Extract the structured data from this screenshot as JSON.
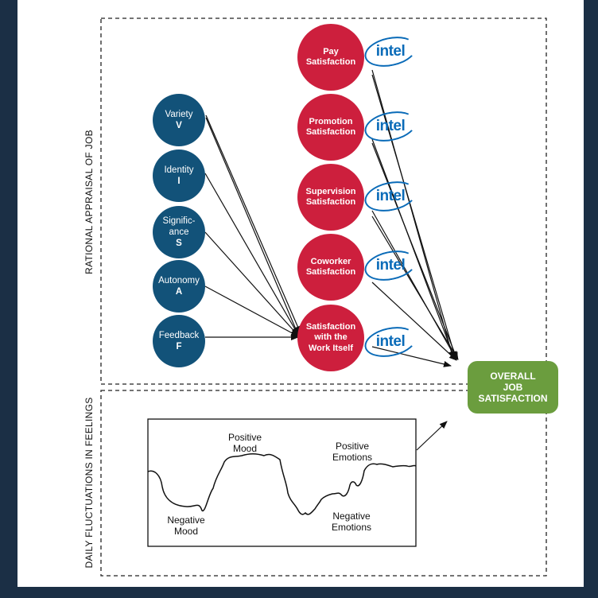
{
  "sections": {
    "rational": "RATIONAL APPRAISAL OF JOB",
    "daily": "DAILY FLUCTUATIONS IN FEELINGS"
  },
  "job_characteristics": [
    {
      "name": "Variety",
      "letter": "V"
    },
    {
      "name": "Identity",
      "letter": "I"
    },
    {
      "name": "Signific-",
      "name2": "ance",
      "letter": "S"
    },
    {
      "name": "Autonomy",
      "letter": "A"
    },
    {
      "name": "Feedback",
      "letter": "F"
    }
  ],
  "satisfaction_facets": [
    {
      "lines": [
        "Pay",
        "Satisfaction"
      ]
    },
    {
      "lines": [
        "Promotion",
        "Satisfaction"
      ]
    },
    {
      "lines": [
        "Supervision",
        "Satisfaction"
      ]
    },
    {
      "lines": [
        "Coworker",
        "Satisfaction"
      ]
    },
    {
      "lines": [
        "Satisfaction",
        "with the",
        "Work Itself"
      ]
    }
  ],
  "logo_text": "intel",
  "overall": [
    "OVERALL",
    "JOB",
    "SATISFACTION"
  ],
  "mood_labels": {
    "positive_mood": [
      "Positive",
      "Mood"
    ],
    "negative_mood": [
      "Negative",
      "Mood"
    ],
    "positive_emotions": [
      "Positive",
      "Emotions"
    ],
    "negative_emotions": [
      "Negative",
      "Emotions"
    ]
  },
  "colors": {
    "job_characteristic": "#125279",
    "satisfaction_facet": "#cd1f3d",
    "overall": "#6b9d3e",
    "logo": "#0a6bb8",
    "background": "#1b2f45"
  }
}
